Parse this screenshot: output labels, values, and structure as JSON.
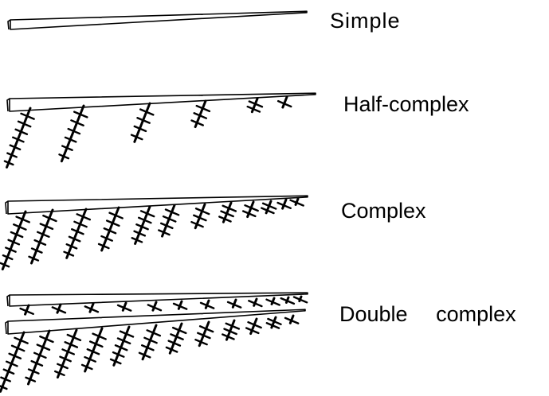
{
  "labels": {
    "simple": "Simple",
    "half_complex": "Half-complex",
    "complex": "Complex",
    "double_complex": "Double complex"
  },
  "colors": {
    "ink": "#000000",
    "paper": "#ffffff"
  },
  "stems": [
    {
      "id": "simple",
      "branch_count": 0
    },
    {
      "id": "half-complex",
      "branch_count": 6
    },
    {
      "id": "complex",
      "branch_count": 12
    },
    {
      "id": "double-complex",
      "branch_count": 24
    }
  ]
}
